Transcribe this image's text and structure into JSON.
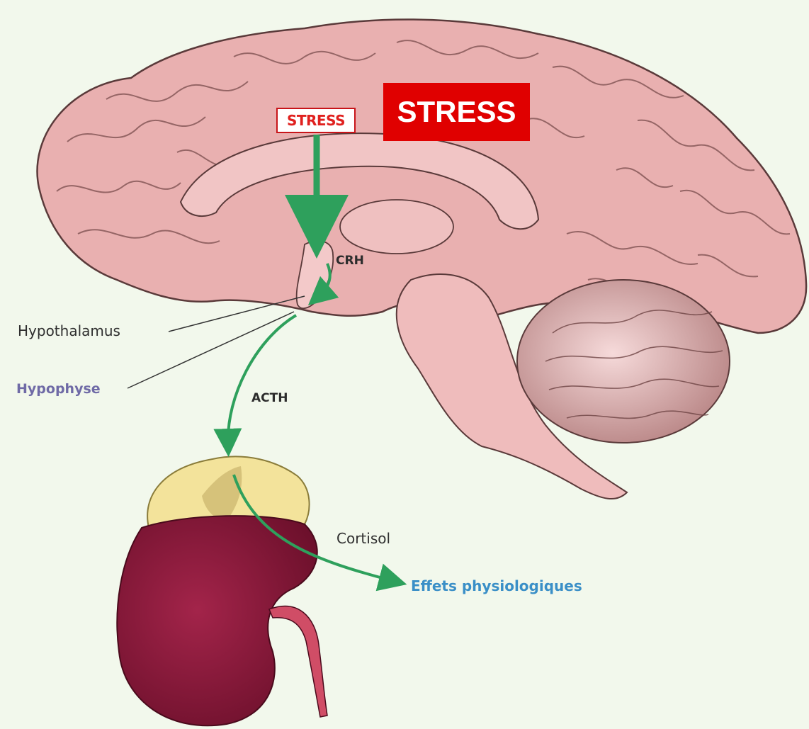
{
  "labels": {
    "stress_box": "STRESS",
    "stress_banner": "STRESS",
    "crh": "CRH",
    "hypothalamus": "Hypothalamus",
    "hypophyse": "Hypophyse",
    "acth": "ACTH",
    "cortisol": "Cortisol",
    "effets": "Effets physiologiques"
  },
  "colors": {
    "background": "#f2f8ec",
    "brain": "#eab0b0",
    "brain_outline": "#5a3a3a",
    "arrow": "#2ea05c",
    "adrenal": "#f3e39b",
    "kidney": "#8a1a3a",
    "banner": "#e00000",
    "hypophyse_label": "#6f6aa6",
    "effets_label": "#3a8fc7"
  }
}
